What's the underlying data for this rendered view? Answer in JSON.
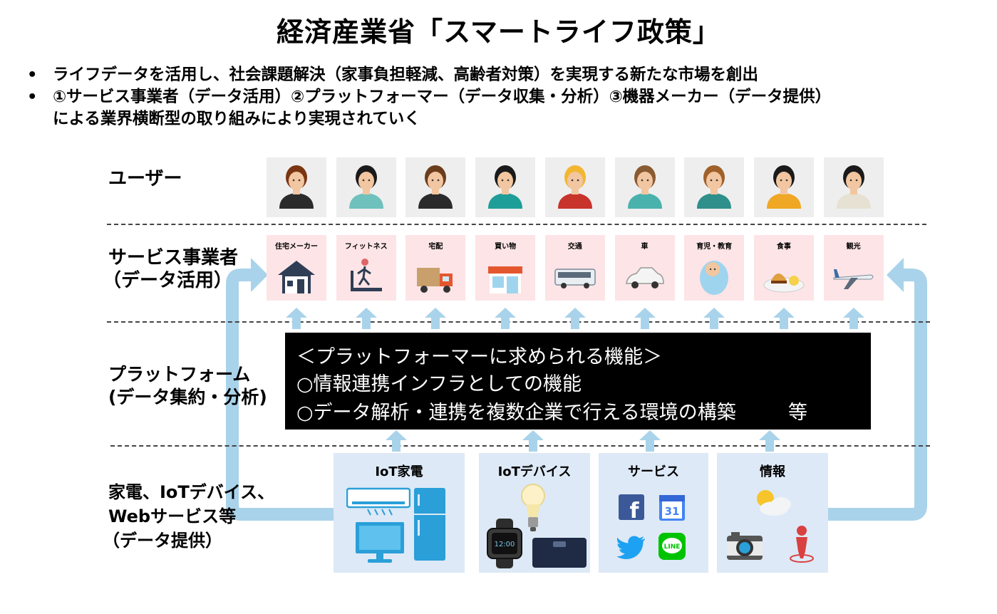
{
  "title": "経済産業省「スマートライフ政策」",
  "bullets": [
    {
      "marker": "•",
      "lines": [
        "ライフデータを活用し、社会課題解決（家事負担軽減、高齢者対策）を実現する新たな市場を創出"
      ]
    },
    {
      "marker": "•",
      "lines": [
        "①サービス事業者（データ活用）②プラットフォーマー（データ収集・分析）③機器メーカー（データ提供）",
        "による業界横断型の取り組みにより実現されていく"
      ]
    }
  ],
  "rows": {
    "users": {
      "label": [
        "ユーザー"
      ]
    },
    "services": {
      "label": [
        "サービス事業者",
        "（データ活用）"
      ]
    },
    "platform": {
      "label": [
        "プラットフォーム",
        "(データ集約・分析)"
      ]
    },
    "devices": {
      "label": [
        "家電、IoTデバイス、",
        "Webサービス等",
        "（データ提供）"
      ]
    }
  },
  "users": [
    {
      "icon": "woman-long-hair-avatar-icon",
      "hair": "#7a3512",
      "shirt": "#2b2b2b",
      "skin": "#f2c6a0"
    },
    {
      "icon": "man-overalls-avatar-icon",
      "hair": "#1a1a1a",
      "shirt": "#6fc1bd",
      "skin": "#f2c6a0"
    },
    {
      "icon": "bearded-man-avatar-icon",
      "hair": "#6b3d1c",
      "shirt": "#2b2b2b",
      "skin": "#f2c6a0"
    },
    {
      "icon": "woman-dark-hair-avatar-icon",
      "hair": "#1a1a1a",
      "shirt": "#1e9e98",
      "skin": "#f2c6a0"
    },
    {
      "icon": "blonde-woman-avatar-icon",
      "hair": "#f2b632",
      "shirt": "#c8332c",
      "skin": "#f2c6a0"
    },
    {
      "icon": "woman-teal-avatar-icon",
      "hair": "#8a5a32",
      "shirt": "#49b2ad",
      "skin": "#f2c6a0"
    },
    {
      "icon": "man-glasses-avatar-icon",
      "hair": "#a0602a",
      "shirt": "#2f8f8a",
      "skin": "#f2c6a0"
    },
    {
      "icon": "woman-bob-avatar-icon",
      "hair": "#1a1a1a",
      "shirt": "#f0a724",
      "skin": "#f2c6a0"
    },
    {
      "icon": "man-mustache-avatar-icon",
      "hair": "#1a1a1a",
      "shirt": "#e6e1d2",
      "skin": "#f2c6a0"
    }
  ],
  "services": [
    {
      "label": "住宅メーカー",
      "icon": "house-icon"
    },
    {
      "label": "フィットネス",
      "icon": "treadmill-icon"
    },
    {
      "label": "宅配",
      "icon": "delivery-truck-icon"
    },
    {
      "label": "買い物",
      "icon": "shop-icon"
    },
    {
      "label": "交通",
      "icon": "bus-icon"
    },
    {
      "label": "車",
      "icon": "car-icon"
    },
    {
      "label": "育児・教育",
      "icon": "baby-icon"
    },
    {
      "label": "食事",
      "icon": "meal-icon"
    },
    {
      "label": "観光",
      "icon": "airplane-icon"
    }
  ],
  "platform_box": {
    "lines": [
      "＜プラットフォーマーに求められる機能＞",
      "○情報連携インフラとしての機能",
      "○データ解析・連携を複数企業で行える環境の構築"
    ],
    "suffix": "等"
  },
  "device_boxes": [
    {
      "title": "IoT家電",
      "icons": [
        "air-conditioner-icon",
        "monitor-icon",
        "refrigerator-icon"
      ]
    },
    {
      "title": "IoTデバイス",
      "icons": [
        "smart-bulb-icon",
        "smartwatch-icon",
        "smart-scale-icon"
      ]
    },
    {
      "title": "サービス",
      "icons": [
        "facebook-icon",
        "calendar-icon",
        "twitter-icon",
        "line-icon"
      ]
    },
    {
      "title": "情報",
      "icons": [
        "weather-icon",
        "camera-icon",
        "location-pin-icon"
      ]
    }
  ],
  "calendar_day": "31",
  "line_app_text": "LINE",
  "colors": {
    "arrow": "#a9d3ea",
    "service_tile": "#fde4e6",
    "user_tile": "#eeeeee",
    "device_box": "#dde9f6",
    "platform_bg": "#000000"
  }
}
